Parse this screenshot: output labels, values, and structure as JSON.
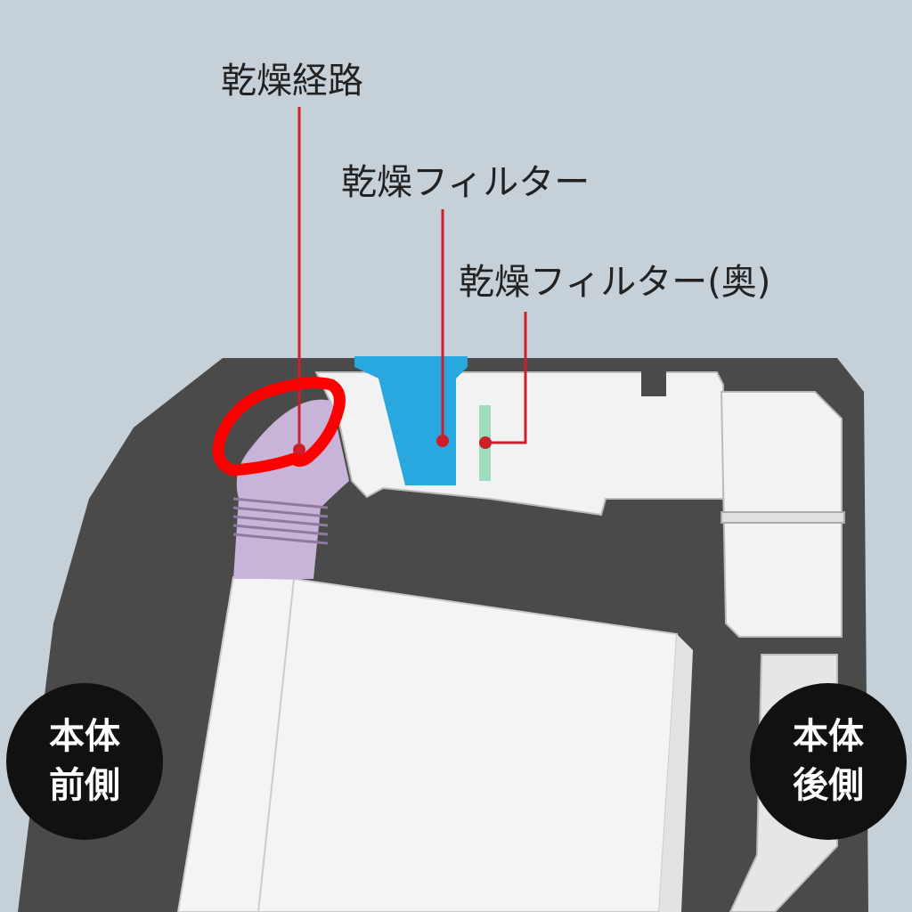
{
  "labels": {
    "drying_path": "乾燥経路",
    "drying_filter": "乾燥フィルター",
    "drying_filter_back": "乾燥フィルター(奥)"
  },
  "badges": {
    "front": {
      "line1": "本体",
      "line2": "前側"
    },
    "rear": {
      "line1": "本体",
      "line2": "後側"
    }
  },
  "colors": {
    "background": "#c6d0d8",
    "body": "#4a4a4a",
    "leader": "#cc1f2b",
    "filter": "#29a8e0",
    "filter_back": "#9fdcc0",
    "path": "#c9b3d8",
    "highlight": "#ff0000"
  }
}
